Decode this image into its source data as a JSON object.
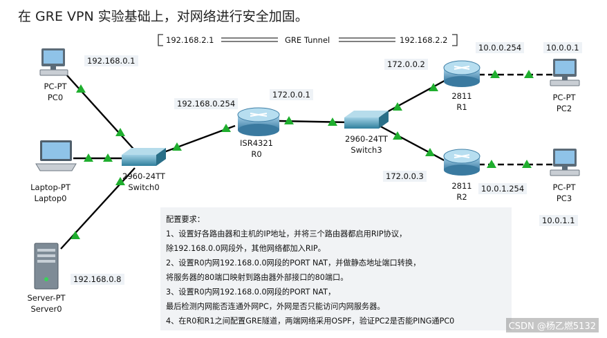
{
  "title": "在 GRE VPN 实验基础上，对网络进行安全加固。",
  "tunnel": {
    "left_ip": "192.168.2.1",
    "label": "GRE Tunnel",
    "right_ip": "192.168.2.2"
  },
  "devices": {
    "pc0": {
      "type": "PC-PT",
      "name": "PC0",
      "ip": "192.168.0.1"
    },
    "laptop0": {
      "type": "Laptop-PT",
      "name": "Laptop0"
    },
    "server0": {
      "type": "Server-PT",
      "name": "Server0",
      "ip": "192.168.0.8"
    },
    "switch0": {
      "type": "2960-24TT",
      "name": "Switch0"
    },
    "r0": {
      "type": "ISR4321",
      "name": "R0",
      "ip_lan": "192.168.0.254",
      "ip_wan": "172.0.0.1"
    },
    "switch3": {
      "type": "2960-24TT",
      "name": "Switch3"
    },
    "r1": {
      "type": "2811",
      "name": "R1",
      "ip_wan": "172.0.0.2",
      "ip_lan": "10.0.0.254"
    },
    "r2": {
      "type": "2811",
      "name": "R2",
      "ip_wan": "172.0.0.3",
      "ip_lan": "10.0.1.254"
    },
    "pc2": {
      "type": "PC-PT",
      "name": "PC2",
      "ip": "10.0.0.1"
    },
    "pc3": {
      "type": "PC-PT",
      "name": "PC3",
      "ip": "10.0.1.1"
    }
  },
  "requirements": [
    "配置要求：",
    "1、设置好各路由器和主机的IP地址，并将三个路由器都启用RIP协议，",
    "除192.168.0.0网段外，其他网络都加入RIP。",
    "2、设置R0内网192.168.0.0网段的PORT NAT，并做静态地址端口转换，",
    "将服务器的80端口映射到路由器外部接口的80端口。",
    "3、设置R0内网192.168.0.0网段的PORT NAT，",
    "最后检测内网能否连通外网PC，外网是否只能访问内网服务器。",
    "4、在R0和R1之间配置GRE隧道，两端网络采用OSPF，验证PC2是否能PING通PC0"
  ],
  "watermark": "CSDN @杨乙燃5132",
  "colors": {
    "link": "#000000",
    "port_up": "#1fae2e",
    "router": "#4c8fb5",
    "switch": "#3d8aa6",
    "req_bg": "#f1f3f5"
  }
}
